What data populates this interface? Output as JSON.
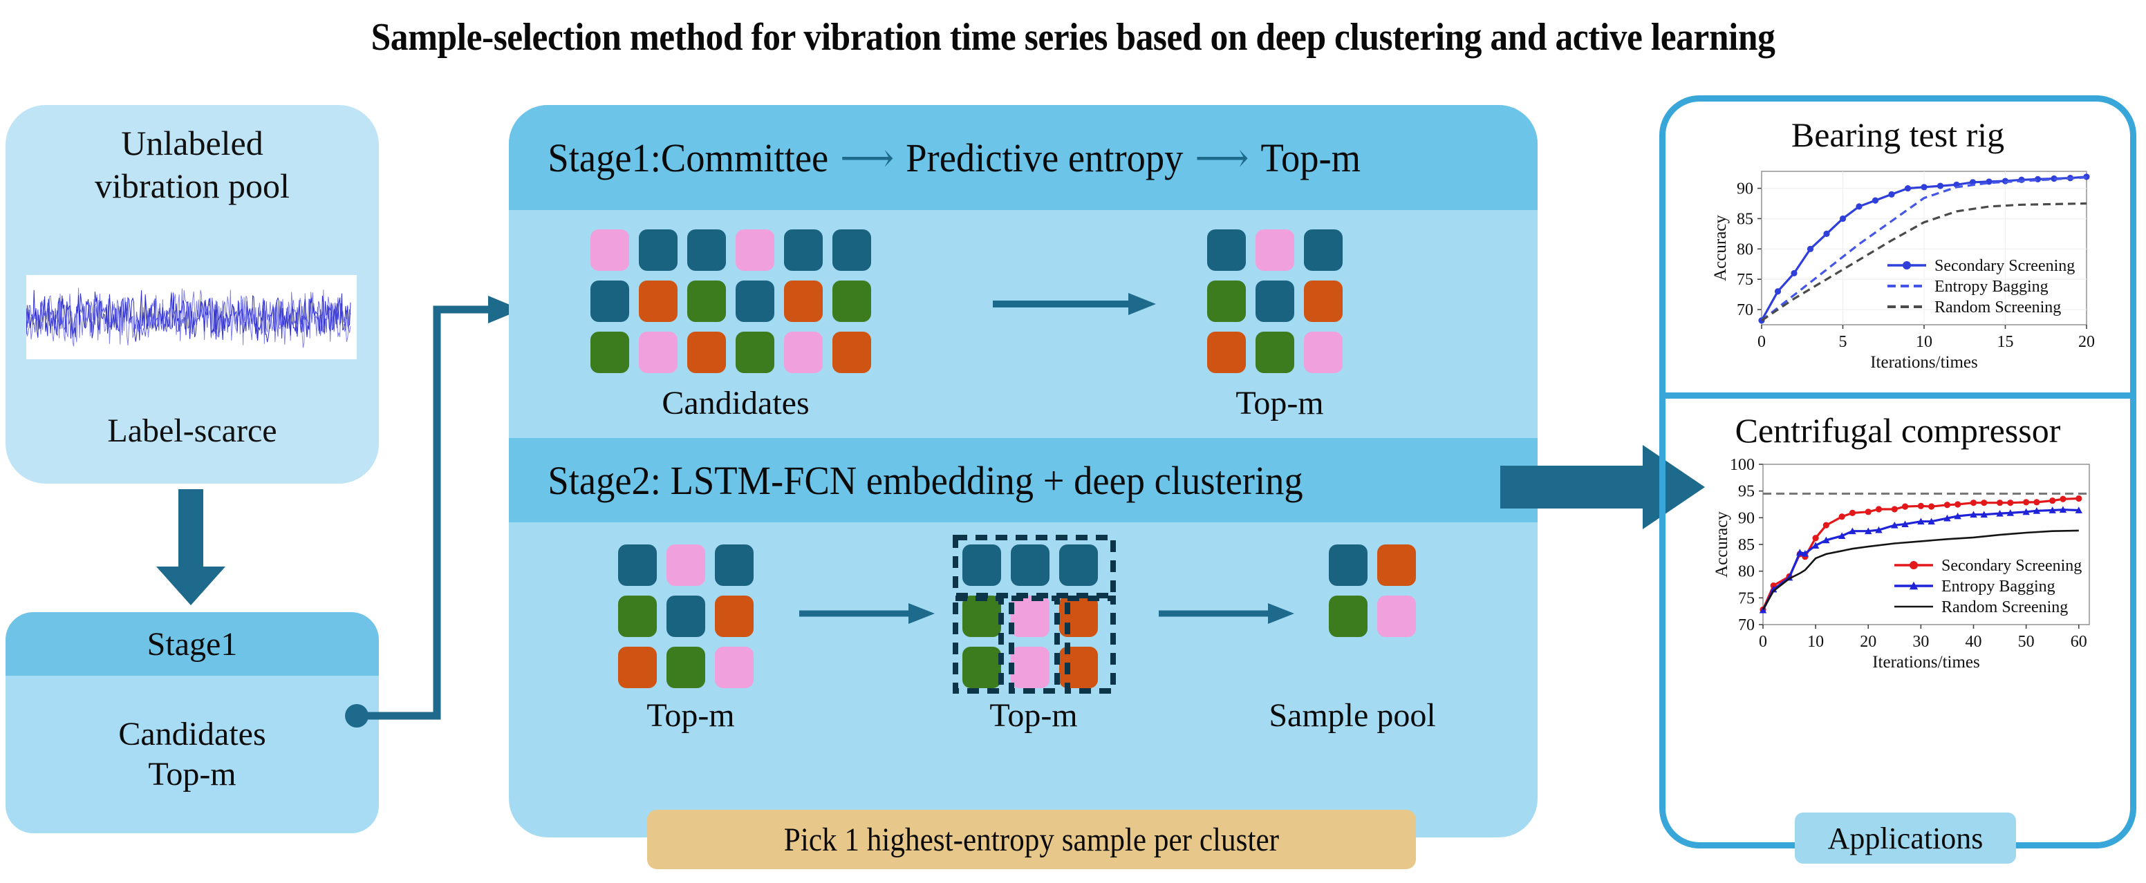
{
  "title": "Sample-selection method for vibration time series based on deep clustering and active learning",
  "left": {
    "pool_title_line1": "Unlabeled",
    "pool_title_line2": "vibration pool",
    "pool_subtitle": "Label-scarce",
    "waveform_name": "vibration-waveform",
    "stage1_header": "Stage1",
    "stage1_line1": "Candidates",
    "stage1_line2": "Top-m"
  },
  "center": {
    "stage1_band": {
      "part1": "Stage1:Committee",
      "arrow1": "⟶",
      "part2": "Predictive entropy",
      "arrow2": "⟶",
      "part3": "Top-m"
    },
    "stage2_band": "Stage2: LSTM-FCN embedding + deep clustering",
    "captions": {
      "candidates": "Candidates",
      "topm_right": "Top-m",
      "topm_bottom_left": "Top-m",
      "topm_bottom_mid": "Top-m",
      "sample_pool": "Sample pool"
    },
    "callout": "Pick 1 highest-entropy sample per cluster",
    "tile_colors": {
      "teal": "#1a6380",
      "orange": "#cf5312",
      "green": "#3d7c1e",
      "pink": "#efa0dd"
    },
    "grids": {
      "candidates": [
        [
          "pink",
          "teal",
          "teal",
          "pink",
          "teal",
          "teal"
        ],
        [
          "teal",
          "orange",
          "green",
          "teal",
          "orange",
          "green"
        ],
        [
          "green",
          "pink",
          "orange",
          "green",
          "pink",
          "orange"
        ]
      ],
      "topm_right": [
        [
          "teal",
          "pink",
          "teal"
        ],
        [
          "green",
          "teal",
          "orange"
        ],
        [
          "orange",
          "green",
          "pink"
        ]
      ],
      "topm_bottom_left": [
        [
          "teal",
          "pink",
          "teal"
        ],
        [
          "green",
          "teal",
          "orange"
        ],
        [
          "orange",
          "green",
          "pink"
        ]
      ],
      "topm_clustered": [
        [
          "teal",
          "teal",
          "teal"
        ],
        [
          "green",
          "pink",
          "orange"
        ],
        [
          "green",
          "pink",
          "orange"
        ]
      ],
      "sample_pool": [
        [
          "teal",
          "orange"
        ],
        [
          "green",
          "pink"
        ]
      ]
    }
  },
  "right": {
    "applications_label": "Applications"
  },
  "chart_data": [
    {
      "type": "line",
      "title": "Bearing test rig",
      "xlabel": "Iterations/times",
      "ylabel": "Accuracy",
      "xlim": [
        0,
        20
      ],
      "ylim": [
        67.5,
        92.8
      ],
      "xticks": [
        0,
        5,
        10,
        15,
        20
      ],
      "yticks": [
        70,
        75,
        80,
        85,
        90
      ],
      "grid": true,
      "legend_position": "lower-right",
      "series": [
        {
          "name": "Secondary Screening",
          "color": "#2f3fd9",
          "style": "solid-marker",
          "marker": "circle",
          "x": [
            0,
            1,
            2,
            3,
            4,
            5,
            6,
            7,
            8,
            9,
            10,
            11,
            12,
            13,
            14,
            15,
            16,
            17,
            18,
            19,
            20
          ],
          "y": [
            68.2,
            73.0,
            76.0,
            80.0,
            82.5,
            85.0,
            87.0,
            88.0,
            89.0,
            90.0,
            90.2,
            90.4,
            90.6,
            91.0,
            91.1,
            91.2,
            91.4,
            91.5,
            91.6,
            91.7,
            91.9
          ]
        },
        {
          "name": "Entropy Bagging",
          "color": "#4455e8",
          "style": "dashed",
          "x": [
            0,
            2,
            4,
            6,
            8,
            10,
            12,
            14,
            16,
            18,
            20
          ],
          "y": [
            68.2,
            72.4,
            76.6,
            80.8,
            84.6,
            88.4,
            90.2,
            90.9,
            91.2,
            91.5,
            91.8
          ]
        },
        {
          "name": "Random Screening",
          "color": "#4a4a4a",
          "style": "dashed",
          "x": [
            0,
            2,
            4,
            6,
            8,
            10,
            12,
            14,
            16,
            18,
            20
          ],
          "y": [
            68.2,
            71.8,
            75.0,
            78.2,
            81.4,
            84.4,
            86.2,
            87.0,
            87.3,
            87.4,
            87.5
          ]
        }
      ]
    },
    {
      "type": "line",
      "title": "Centrifugal compressor",
      "xlabel": "Iterations/times",
      "ylabel": "Accuracy",
      "xlim": [
        0,
        62
      ],
      "ylim": [
        70,
        100
      ],
      "xticks": [
        0,
        10,
        20,
        30,
        40,
        50,
        60
      ],
      "yticks": [
        70,
        75,
        80,
        85,
        90,
        95,
        100
      ],
      "grid": false,
      "legend_position": "lower-right",
      "reference_line": {
        "y": 94.5,
        "style": "dashed",
        "color": "#777777"
      },
      "series": [
        {
          "name": "Secondary Screening",
          "color": "#e2181b",
          "style": "solid-marker",
          "marker": "circle",
          "x": [
            0,
            2,
            5,
            7,
            8,
            10,
            12,
            15,
            17,
            20,
            22,
            25,
            27,
            30,
            32,
            35,
            37,
            40,
            42,
            45,
            47,
            50,
            52,
            55,
            57,
            60
          ],
          "y": [
            72.8,
            77.3,
            79.0,
            83.2,
            82.7,
            86.2,
            88.6,
            90.2,
            90.9,
            91.1,
            91.6,
            91.6,
            92.1,
            92.2,
            92.1,
            92.4,
            92.5,
            92.8,
            92.8,
            92.8,
            92.8,
            92.9,
            92.9,
            93.2,
            93.5,
            93.6
          ]
        },
        {
          "name": "Entropy Bagging",
          "color": "#1f23d8",
          "style": "solid-marker",
          "marker": "triangle",
          "x": [
            0,
            2,
            5,
            7,
            8,
            10,
            12,
            15,
            17,
            20,
            22,
            25,
            27,
            30,
            32,
            35,
            37,
            40,
            42,
            45,
            47,
            50,
            52,
            55,
            57,
            60
          ],
          "y": [
            72.7,
            76.6,
            78.8,
            83.5,
            83.3,
            84.8,
            85.8,
            86.6,
            87.5,
            87.5,
            87.7,
            88.6,
            88.8,
            89.3,
            89.3,
            89.9,
            90.3,
            90.6,
            90.6,
            90.8,
            90.9,
            91.1,
            91.3,
            91.4,
            91.5,
            91.4
          ]
        },
        {
          "name": "Random Screening",
          "color": "#141414",
          "style": "solid",
          "x": [
            0,
            2,
            5,
            7,
            8,
            10,
            12,
            15,
            17,
            20,
            25,
            30,
            35,
            40,
            45,
            50,
            55,
            60
          ],
          "y": [
            72.8,
            76.3,
            78.6,
            79.6,
            80.2,
            82.4,
            83.2,
            83.8,
            84.2,
            84.6,
            85.2,
            85.6,
            86.0,
            86.3,
            86.8,
            87.2,
            87.5,
            87.6
          ]
        }
      ]
    }
  ]
}
